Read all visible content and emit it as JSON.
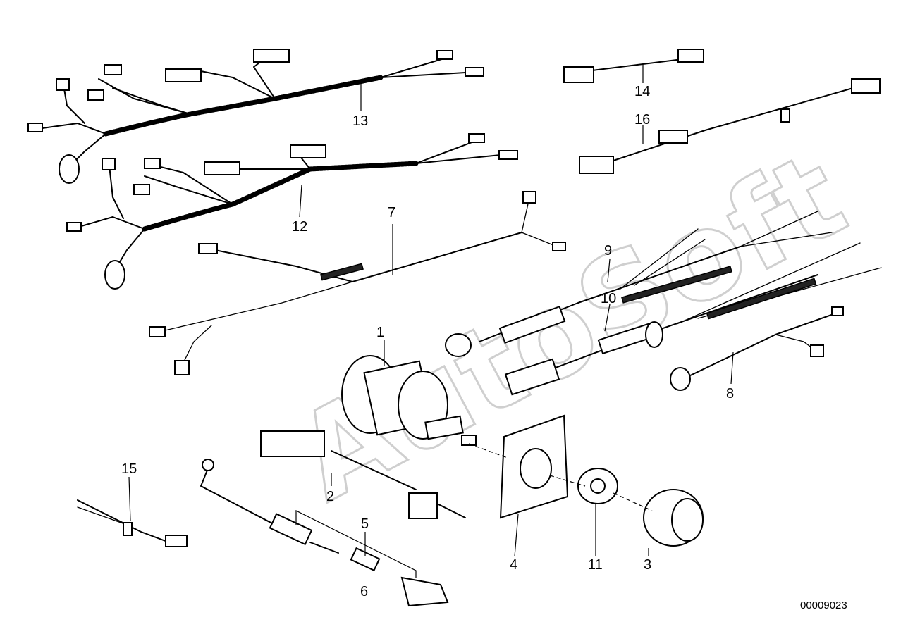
{
  "diagram": {
    "watermark": "AutoSoft",
    "drawing_number": "00009023",
    "callouts": {
      "c1": "1",
      "c2": "2",
      "c3": "3",
      "c4": "4",
      "c5": "5",
      "c6": "6",
      "c7": "7",
      "c8": "8",
      "c9": "9",
      "c10": "10",
      "c11": "11",
      "c12": "12",
      "c13": "13",
      "c14": "14",
      "c15": "15",
      "c16": "16"
    }
  }
}
